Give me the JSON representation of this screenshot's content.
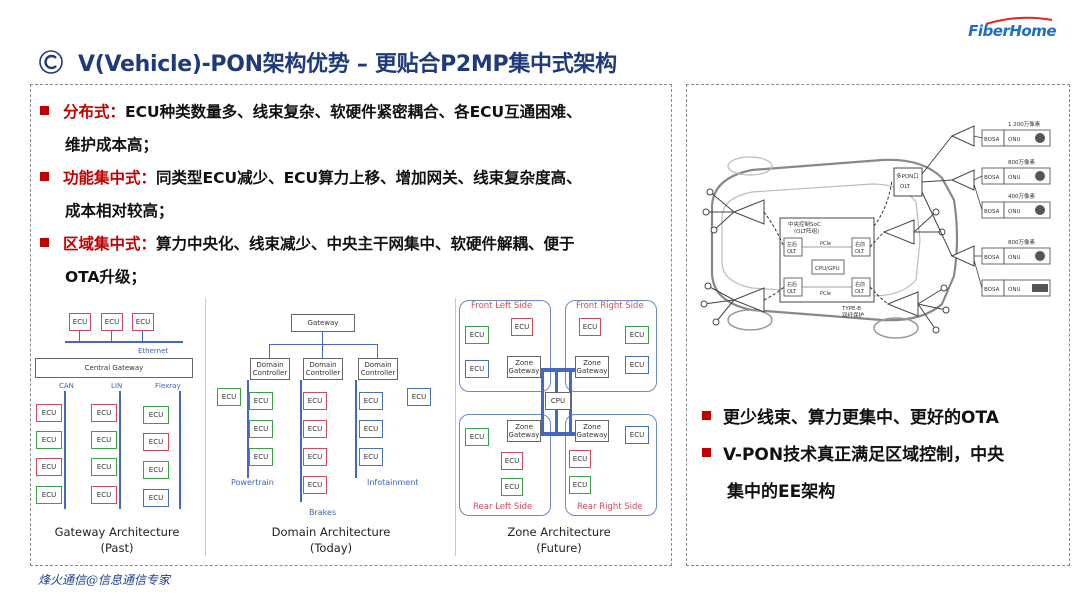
{
  "header": {
    "title": "V(Vehicle)-PON架构优势 – 更贴合P2MP集中式架构",
    "logo": "FiberHome"
  },
  "bullets": [
    {
      "label": "分布式：",
      "text": "ECU种类数量多、线束复杂、软硬件紧密耦合、各ECU互通困难、",
      "cont": "维护成本高；"
    },
    {
      "label": "功能集中式：",
      "text": "同类型ECU减少、ECU算力上移、增加网关、线束复杂度高、",
      "cont": "成本相对较高；"
    },
    {
      "label": "区域集中式：",
      "text": "算力中央化、线束减少、中央主干网集中、软硬件解耦、便于",
      "cont": "OTA升级；"
    }
  ],
  "right_bullets": {
    "line1": "更少线束、算力更集中、更好的OTA",
    "line2": "V-PON技术真正满足区域控制，中央",
    "line2_cont": "集中的EE架构"
  },
  "gateway_arch": {
    "ecu": "ECU",
    "central_gateway": "Central Gateway",
    "ethernet": "Ethernet",
    "can": "CAN",
    "lin": "LIN",
    "flexray": "Flexray",
    "label1": "Gateway Architecture",
    "label2": "(Past)"
  },
  "domain_arch": {
    "gateway": "Gateway",
    "domain_controller": "Domain Controller",
    "powertrain": "Powertrain",
    "brakes": "Brakes",
    "infotainment": "Infotainment",
    "label1": "Domain Architecture",
    "label2": "(Today)"
  },
  "zone_arch": {
    "front_left": "Front Left Side",
    "front_right": "Front Right Side",
    "rear_left": "Rear Left Side",
    "rear_right": "Rear Right Side",
    "zone_gateway": "Zone Gateway",
    "cpu": "CPU",
    "label1": "Zone Architecture",
    "label2": "(Future)"
  },
  "car_diagram": {
    "central_soc": "中央控制SoC",
    "olt_array": "(OLT阵组)",
    "left_front_olt": "左后",
    "olt": "OLT",
    "right_front_olt": "右前",
    "left_rear_olt": "右后",
    "right_rear_olt": "右前",
    "pcie": "PCIe",
    "cpu_gpu": "CPU/GPU",
    "multi_pon": "多PON口",
    "type_b": "TYPE-B",
    "dual_protect": "双纤保护",
    "bosa": "BOSA",
    "onu": "ONU",
    "cam1": "1 200万像素",
    "cam2": "800万像素",
    "cam3": "400万像素",
    "cam4": "800万像素"
  },
  "footer": {
    "signature": "烽火通信@信息通信专家"
  },
  "colors": {
    "title": "#1f3a7a",
    "accent_red": "#c00000",
    "bus_blue": "#4468c4",
    "logo_blue": "#1d6ec4"
  }
}
